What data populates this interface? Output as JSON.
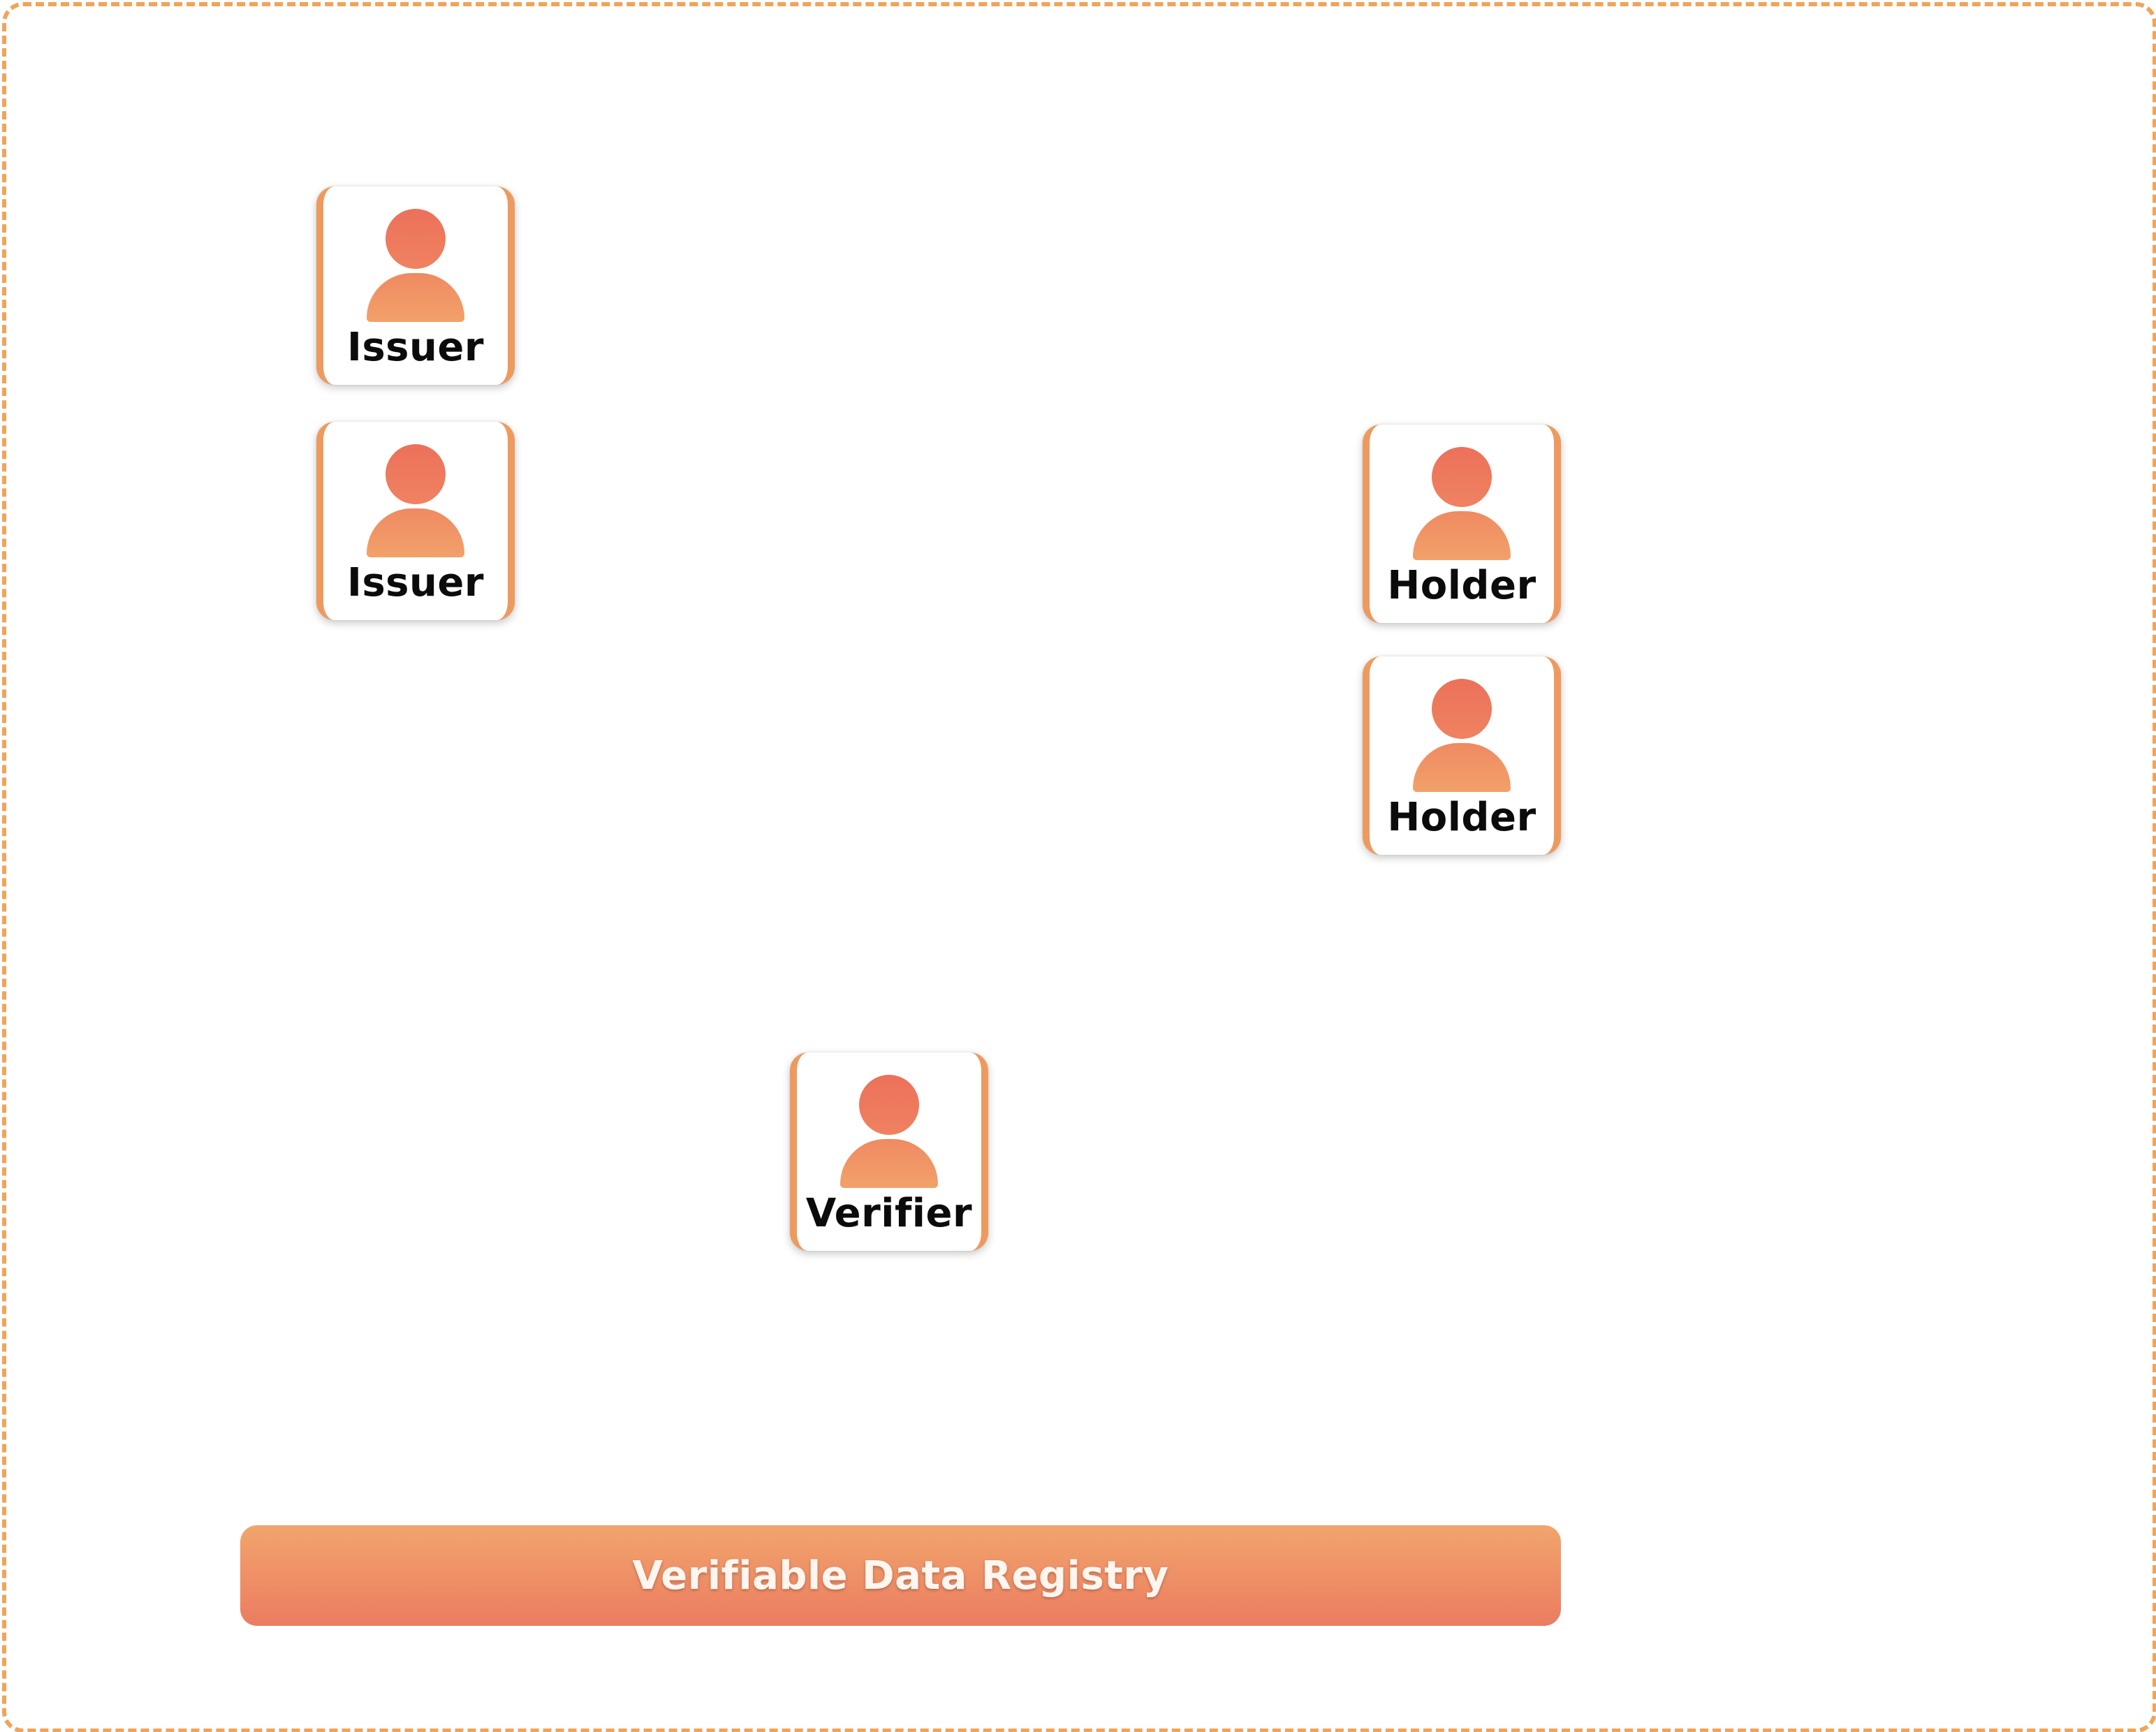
{
  "actors": {
    "issuer_1": {
      "label": "Issuer"
    },
    "issuer_2": {
      "label": "Issuer"
    },
    "holder_1": {
      "label": "Holder"
    },
    "holder_2": {
      "label": "Holder"
    },
    "verifier": {
      "label": "Verifier"
    }
  },
  "registry": {
    "label": "Verifiable Data Registry"
  },
  "colors": {
    "frame_border": "#f0a458",
    "card_border": "#ee9a5e",
    "person_head": "#ec715a",
    "person_body": "#f2a16a",
    "registry_top": "#f1a56c",
    "registry_bottom": "#ec7c61",
    "label_text": "#0b0b0b"
  },
  "icons": {
    "actor_icon": "person-icon"
  }
}
